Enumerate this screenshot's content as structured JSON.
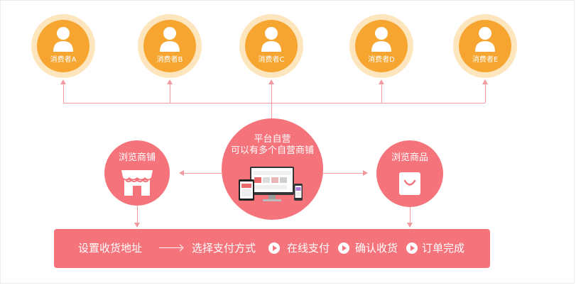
{
  "consumers": [
    {
      "label": "消费者A"
    },
    {
      "label": "消费者B"
    },
    {
      "label": "消费者C"
    },
    {
      "label": "消费者D"
    },
    {
      "label": "消费者E"
    }
  ],
  "center": {
    "line1": "平台自营",
    "line2": "可以有多个自营商铺"
  },
  "shop": {
    "label": "浏览商铺"
  },
  "goods": {
    "label": "浏览商品"
  },
  "flow": {
    "step1": "设置收货地址",
    "step2": "选择支付方式",
    "step3": "在线支付",
    "step4": "确认收货",
    "step5": "订单完成"
  },
  "colors": {
    "consumer": "#f7a531",
    "consumer_ring": "#fde6bd",
    "accent": "#f5737b",
    "line": "#f39aa0"
  }
}
